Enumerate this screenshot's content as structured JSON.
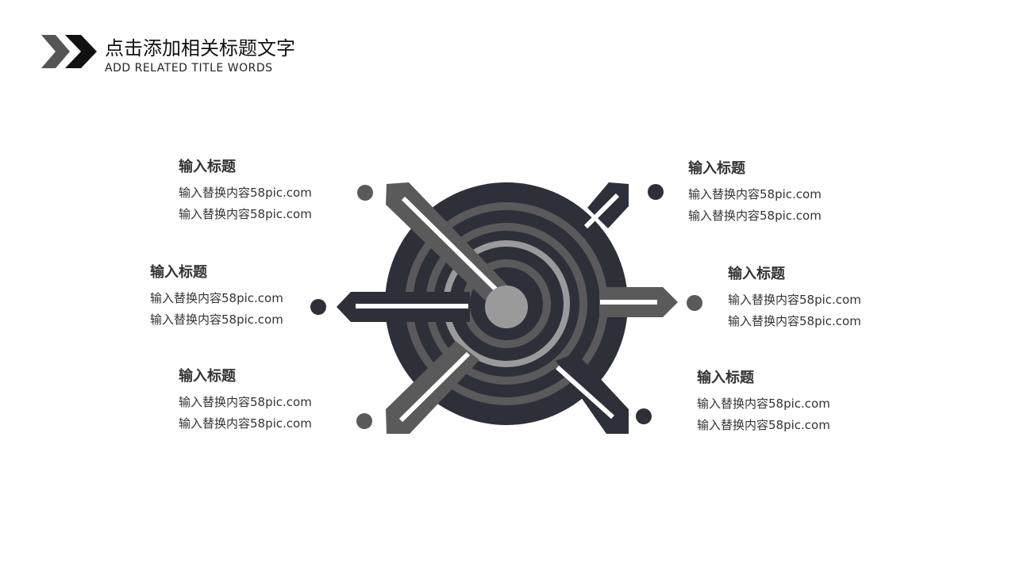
{
  "header": {
    "title": "点击添加相关标题文字",
    "subtitle": "ADD RELATED TITLE WORDS",
    "logo_icon": "double-chevron-right-icon"
  },
  "colors": {
    "dark": "#2d3039",
    "mid_gray": "#5a5a5a",
    "light_gray": "#9a9a9a",
    "white": "#ffffff"
  },
  "items": [
    {
      "title": "输入标题",
      "line1": "输入替换内容58pic.com",
      "line2": "输入替换内容58pic.com"
    },
    {
      "title": "输入标题",
      "line1": "输入替换内容58pic.com",
      "line2": "输入替换内容58pic.com"
    },
    {
      "title": "输入标题",
      "line1": "输入替换内容58pic.com",
      "line2": "输入替换内容58pic.com"
    },
    {
      "title": "输入标题",
      "line1": "输入替换内容58pic.com",
      "line2": "输入替换内容58pic.com"
    },
    {
      "title": "输入标题",
      "line1": "输入替换内容58pic.com",
      "line2": "输入替换内容58pic.com"
    },
    {
      "title": "输入标题",
      "line1": "输入替换内容58pic.com",
      "line2": "输入替换内容58pic.com"
    }
  ]
}
